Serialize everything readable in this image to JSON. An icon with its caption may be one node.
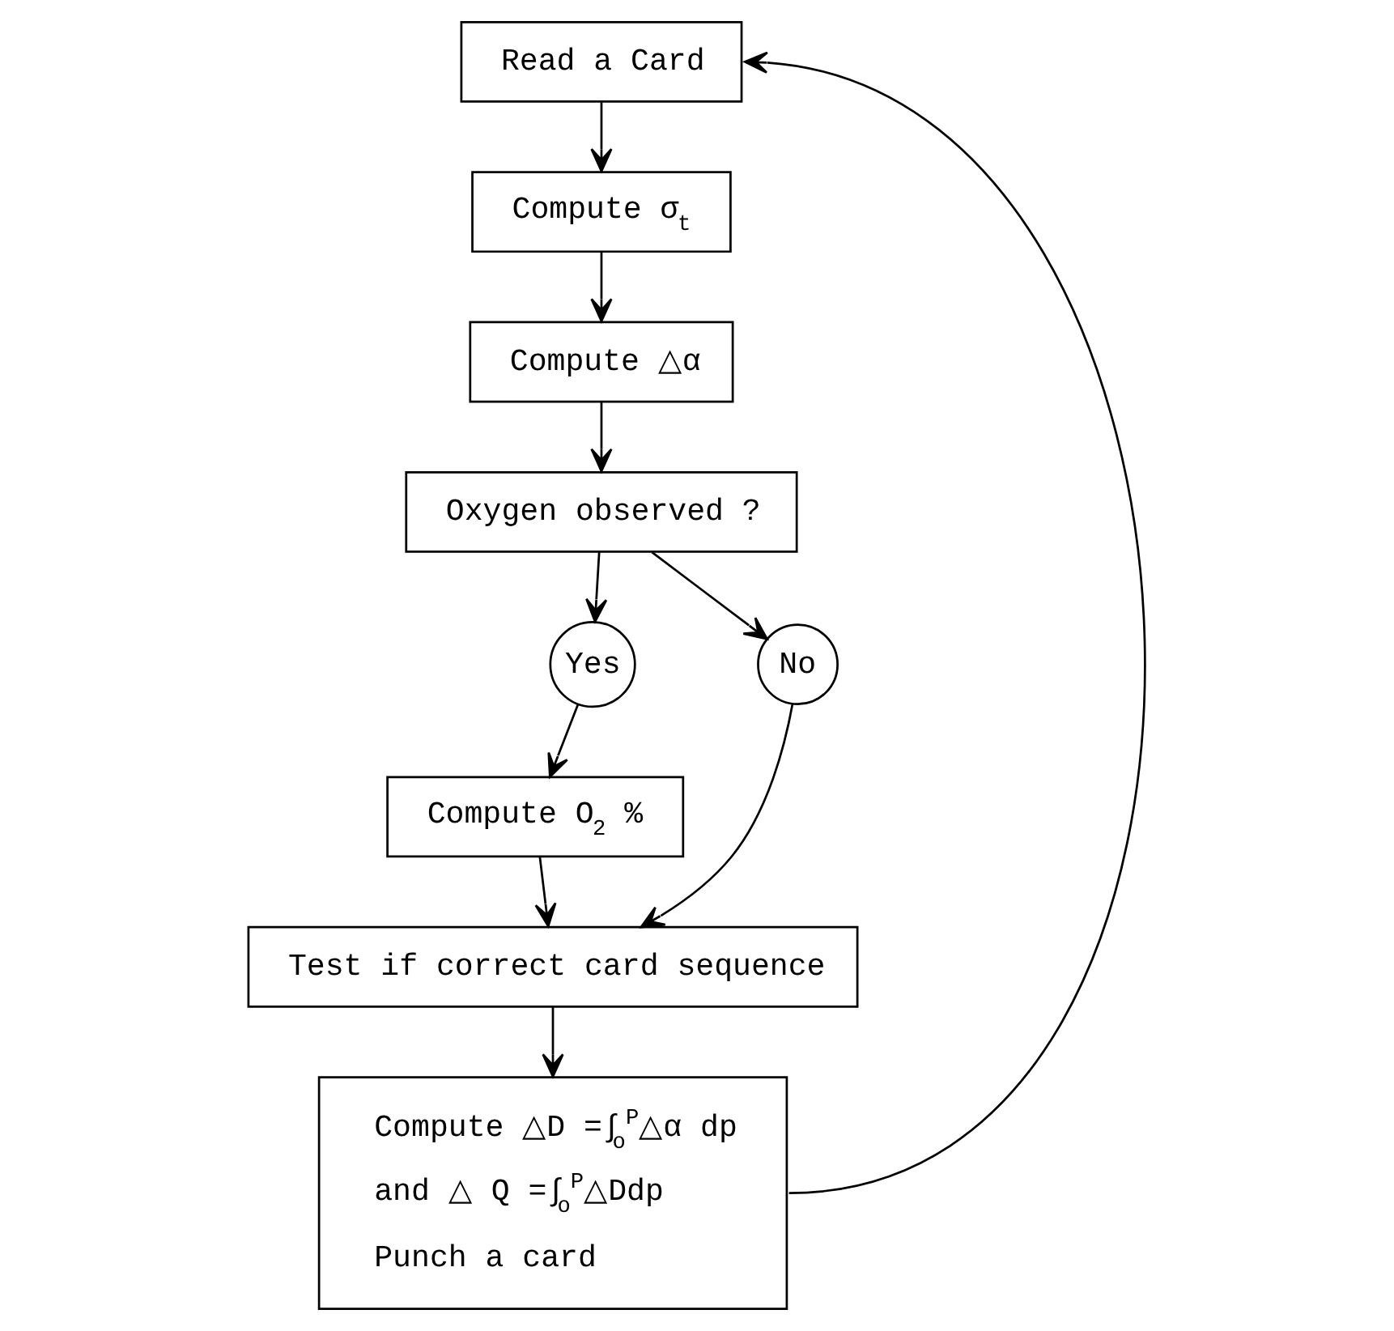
{
  "diagram": {
    "nodes": [
      {
        "text": [
          "Read a Card"
        ]
      },
      {
        "text": [
          "Compute σ$_{t}$"
        ]
      },
      {
        "text": [
          "Compute △α"
        ]
      },
      {
        "text": [
          "Oxygen observed ?"
        ]
      },
      {
        "text": [
          "Yes"
        ]
      },
      {
        "text": [
          "No"
        ]
      },
      {
        "text": [
          "Compute O$_{2}$ %"
        ]
      },
      {
        "text": [
          "Test if correct card sequence"
        ]
      },
      {
        "text": [
          "Compute △D =∫$_{o}$$^{P}$△α dp",
          "and △ Q =∫$_{o}$$^{P}$△Ddp",
          "Punch a card"
        ]
      }
    ],
    "edges": [
      {
        "from": 0,
        "to": 1,
        "arrow": "to"
      },
      {
        "from": 1,
        "to": 2,
        "arrow": "to"
      },
      {
        "from": 2,
        "to": 3,
        "arrow": "to"
      },
      {
        "from": 3,
        "to": 4,
        "arrow": "to"
      },
      {
        "from": 4,
        "to": 6,
        "arrow": "to"
      },
      {
        "from": 3,
        "to": 5,
        "arrow": "to"
      },
      {
        "from": 5,
        "to": 7,
        "arrow": "to"
      },
      {
        "from": 6,
        "to": 7,
        "arrow": "to"
      },
      {
        "from": 7,
        "to": 8,
        "arrow": "to"
      },
      {
        "from": 8,
        "to": 0,
        "arrow": "to"
      }
    ]
  }
}
